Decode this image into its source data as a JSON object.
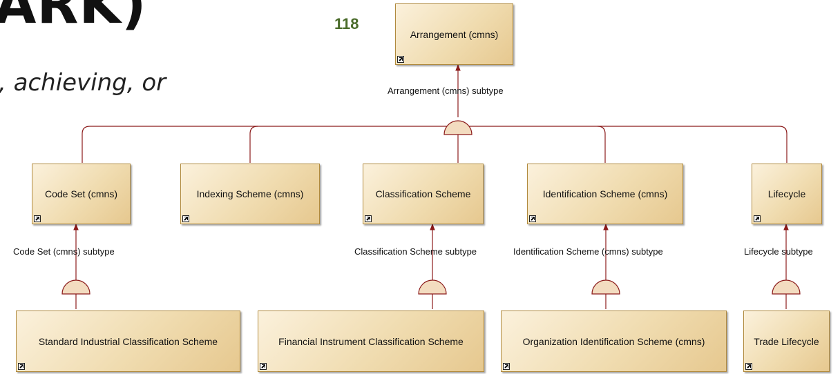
{
  "header": {
    "title_fragment": "ARK)",
    "subtitle_fragment": ", achieving, or",
    "slide_number": "118"
  },
  "colors": {
    "connector": "#8b1a1a",
    "box_border": "#b08a3e",
    "box_fill": "#f0dcb0",
    "slide_number": "#4a6b2a"
  },
  "diagram": {
    "concepts": {
      "arrangement": "Arrangement (cmns)",
      "code_set": "Code Set (cmns)",
      "indexing_scheme": "Indexing Scheme (cmns)",
      "classification_scheme": "Classification Scheme",
      "identification_scheme": "Identification Scheme (cmns)",
      "lifecycle": "Lifecycle",
      "standard_industrial": "Standard Industrial Classification Scheme",
      "financial_instrument": "Financial Instrument Classification Scheme",
      "organization_identification": "Organization Identification Scheme (cmns)",
      "trade_lifecycle": "Trade Lifecycle"
    },
    "subtype_labels": {
      "arrangement": "Arrangement (cmns) subtype",
      "code_set": "Code Set (cmns) subtype",
      "classification_scheme": "Classification Scheme subtype",
      "identification_scheme": "Identification Scheme (cmns) subtype",
      "lifecycle": "Lifecycle subtype"
    }
  }
}
